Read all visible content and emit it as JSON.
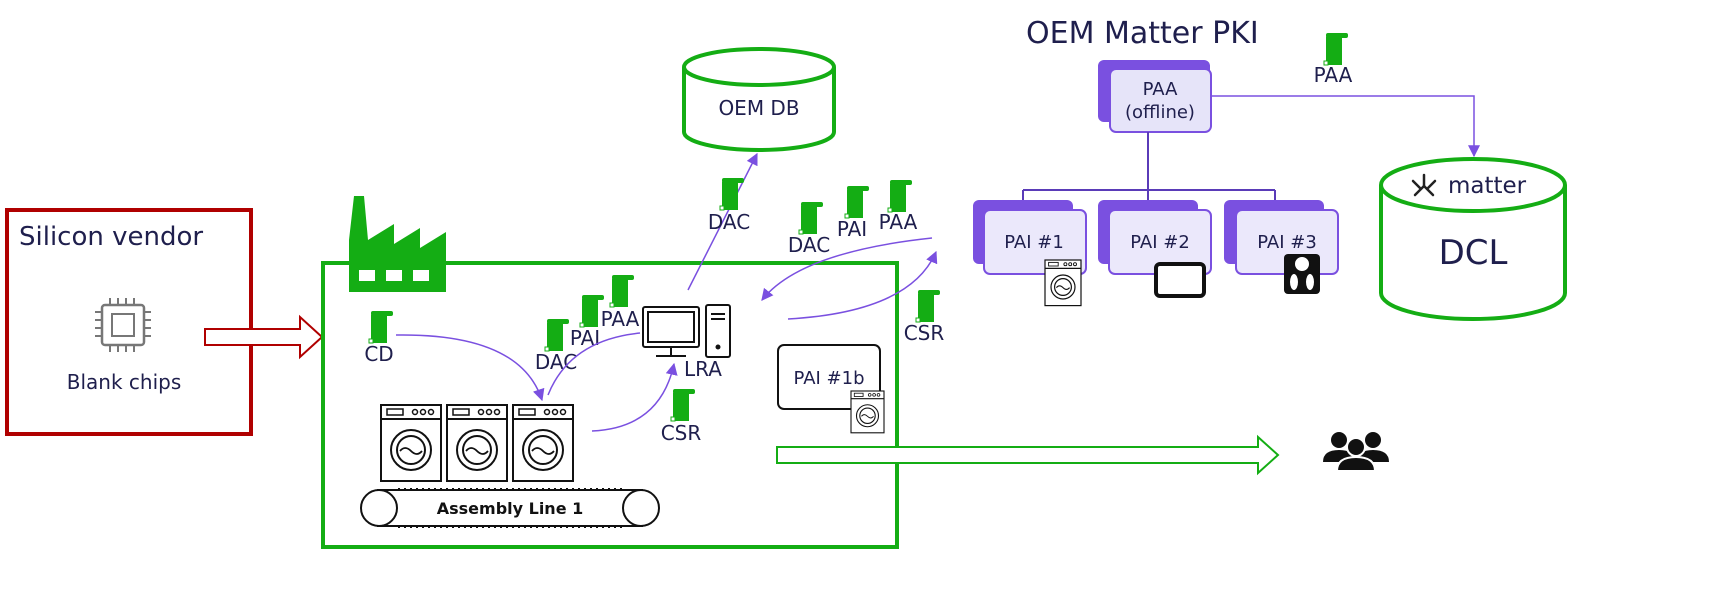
{
  "silicon": {
    "title": "Silicon vendor",
    "chips_label": "Blank chips"
  },
  "db": {
    "label": "OEM DB"
  },
  "pki": {
    "title": "OEM Matter PKI",
    "paa_line1": "PAA",
    "paa_line2": "(offline)"
  },
  "pai": [
    {
      "label": "PAI #1"
    },
    {
      "label": "PAI #2"
    },
    {
      "label": "PAI #3"
    }
  ],
  "pai_local": {
    "label": "PAI #1b"
  },
  "dcl": {
    "logo": "matter",
    "label": "DCL"
  },
  "assembly": {
    "label": "Assembly Line 1"
  },
  "certs": {
    "cd": "CD",
    "lra": "LRA",
    "dac_factory": "DAC",
    "pai_factory": "PAI",
    "paa_factory": "PAA",
    "csr_factory": "CSR",
    "dac_db": "DAC",
    "dac_return": "DAC",
    "pai_return": "PAI",
    "paa_return": "PAA",
    "csr_pki": "CSR",
    "paa_dcl": "PAA"
  },
  "colors": {
    "green": "#14ad14",
    "red": "#b00000",
    "purple": "#7a50e0",
    "text": "#1f1f4d",
    "pai_fill": "#ebe8fb",
    "paa_fill": "#e6e4f9"
  },
  "icons": [
    "chip-icon",
    "factory-icon",
    "computer-icon",
    "server-icon",
    "washing-machine-icon",
    "tablet-icon",
    "scale-icon",
    "customers-icon",
    "certificate-icon",
    "matter-logo-icon"
  ]
}
